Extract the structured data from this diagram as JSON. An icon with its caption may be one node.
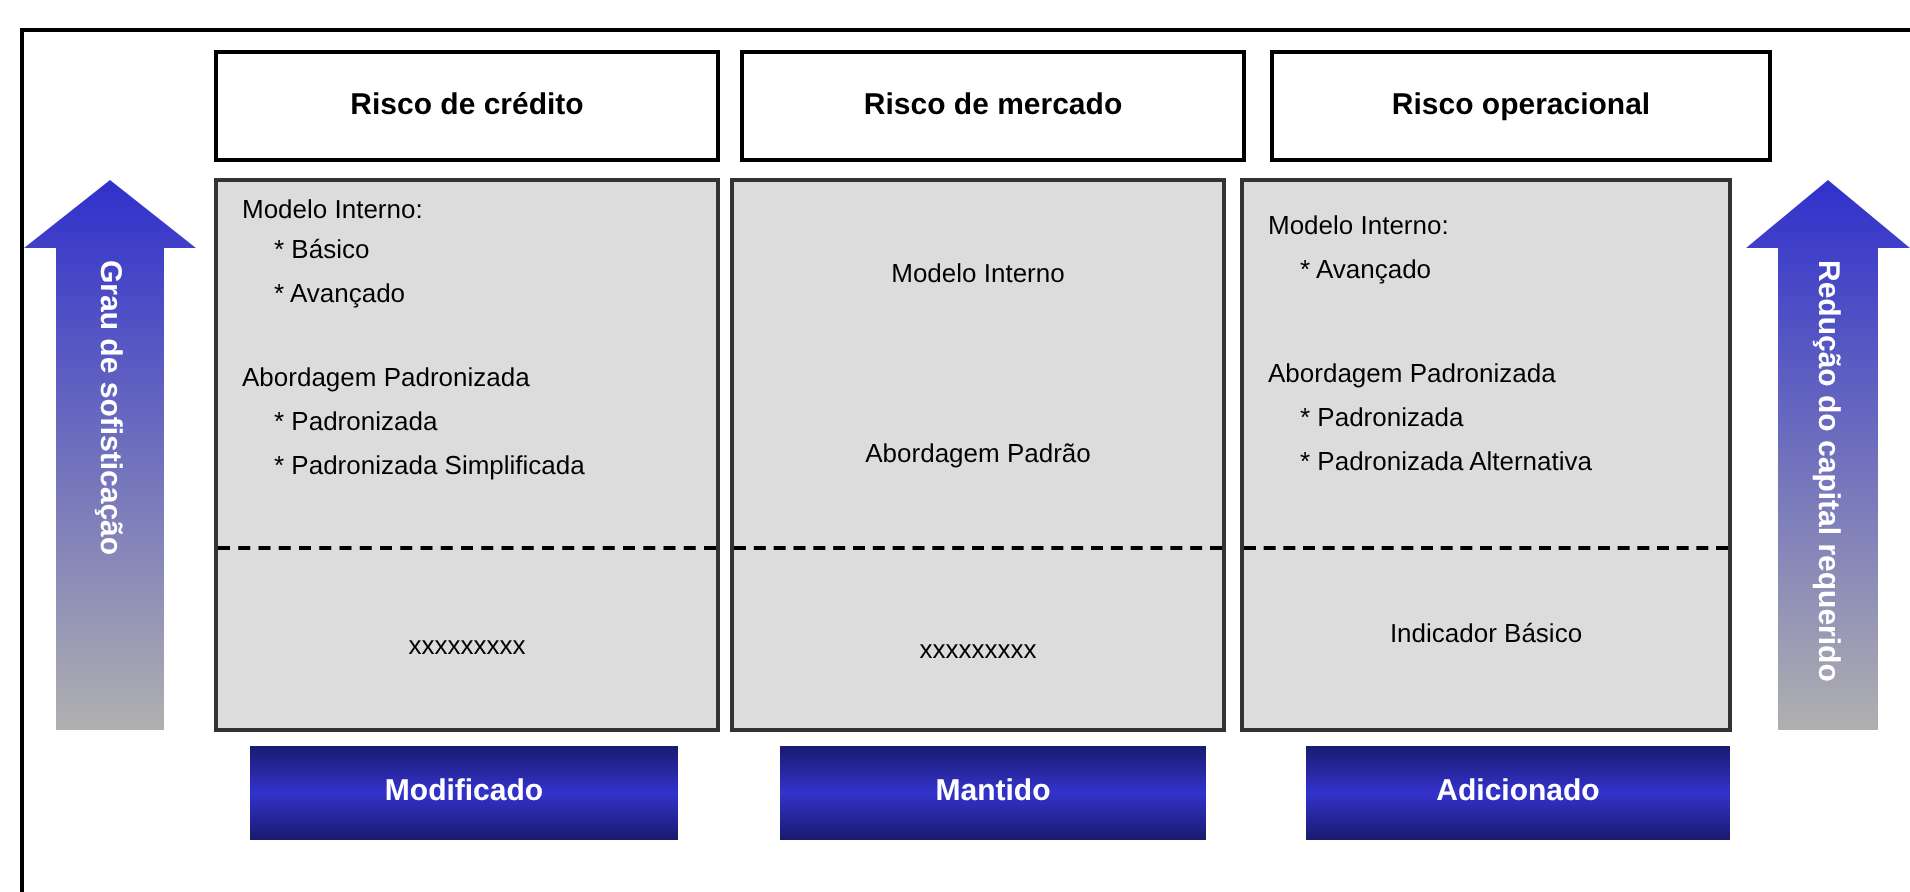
{
  "diagram": {
    "nodes": [
      {
        "text": [
          "Grau de sofisticação"
        ]
      },
      {
        "text": [
          "Risco de crédito"
        ]
      },
      {
        "text": [
          "Risco de mercado"
        ]
      },
      {
        "text": [
          "Risco operacional"
        ]
      },
      {
        "text": [
          "Redução do capital requerido"
        ]
      },
      {
        "text": [
          "Modelo Interno:",
          "* Básico",
          "* Avançado",
          "Abordagem Padronizada",
          "* Padronizada",
          "* Padronizada Simplificada",
          "xxxxxxxxx"
        ]
      },
      {
        "text": [
          "Modelo Interno",
          "Abordagem Padrão",
          "xxxxxxxxx"
        ]
      },
      {
        "text": [
          "Modelo Interno:",
          "* Avançado",
          "Abordagem Padronizada",
          "* Padronizada",
          "* Padronizada Alternativa",
          "Indicador Básico"
        ]
      },
      {
        "text": [
          "Modificado"
        ]
      },
      {
        "text": [
          "Mantido"
        ]
      },
      {
        "text": [
          "Adicionado"
        ]
      }
    ],
    "edges": []
  }
}
